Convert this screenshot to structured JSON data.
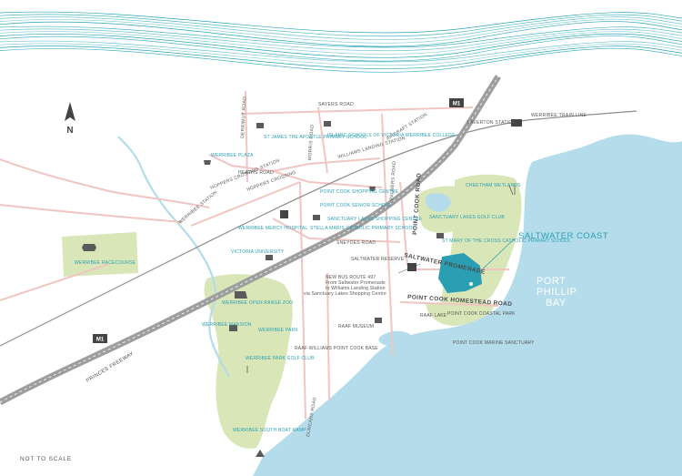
{
  "map": {
    "north_label": "N",
    "scale_note": "NOT TO SCALE",
    "highlight": "SALTWATER COAST",
    "water": "PORT PHILLIP BAY",
    "highway": {
      "name": "PRINCES FREEWAY",
      "shield": "M1"
    },
    "train_line": "WERRIBEE TRAIN LINE",
    "roads": {
      "sayers": "SAYERS ROAD",
      "derrimut": "DERRIMUT ROAD",
      "morris": "MORRIS ROAD",
      "heaths": "HEATHS ROAD",
      "hoppers_crossing": "HOPPERS CROSSING",
      "palmers": "PALMERS ROAD",
      "point_cook_road": "POINT COOK ROAD",
      "sneydes": "SNEYDES ROAD",
      "saltwater_promenade": "SALTWATER PROMENADE",
      "homestead": "POINT COOK HOMESTEAD ROAD",
      "duncans": "DUNCANS ROAD"
    },
    "stations": {
      "laverton": "LAVERTON STATION",
      "aircraft": "AIRCRAFT STATION",
      "williams_landing": "WILLIAMS LANDING STATION",
      "hoppers": "HOPPERS CROSSING STATION",
      "werribee": "WERRIBEE STATION"
    },
    "places": {
      "st_james": "ST JAMES THE APOSTLE PRIMARY SCHOOL",
      "islamic": "ISLAMIC SCHOOLS OF VICTORIA WERRIBEE COLLEGE",
      "werribee_plaza": "WERRIBEE PLAZA",
      "pc_shopping": "POINT COOK SHOPPING CENTRE",
      "pc_senior": "POINT COOK SENIOR SCHOOL",
      "stella_maris": "STELLA MARIS CATHOLIC PRIMARY SCHOOL",
      "sanctuary_shopping": "SANCTUARY LAKES SHOPPING CENTRE",
      "sanctuary_golf": "SANCTUARY LAKES GOLF CLUB",
      "cheetham": "CHEETHAM WETLANDS",
      "st_mary": "ST MARY OF THE CROSS CATHOLIC PRIMARY SCHOOL",
      "mercy": "WERRIBEE MERCY HOSPITAL",
      "vic_uni": "VICTORIA UNIVERSITY",
      "racecourse": "WERRIBEE RACECOURSE",
      "zoo": "WERRIBEE OPEN RANGE ZOO",
      "mansion": "WERRIBEE MANSION",
      "park": "WERRIBEE PARK",
      "golf": "WERRIBEE PARK GOLF CLUB",
      "boat_ramp": "WERRIBEE SOUTH BOAT RAMP",
      "raaf_williams": "RAAF WILLIAMS POINT COOK BASE",
      "raaf_museum": "RAAF MUSEUM",
      "raaf_lake": "RAAF LAKE",
      "coastal_park": "POINT COOK COASTAL PARK",
      "marine": "POINT COOK MARINE SANCTUARY",
      "saltwater_reserve": "SALTWATER RESERVE",
      "bus_route": "NEW BUS ROUTE 497",
      "bus_from": "From Saltwater Promenade",
      "bus_to": "to Williams Landing Station",
      "bus_via": "via Sanctuary Lakes Shopping Centre"
    }
  }
}
